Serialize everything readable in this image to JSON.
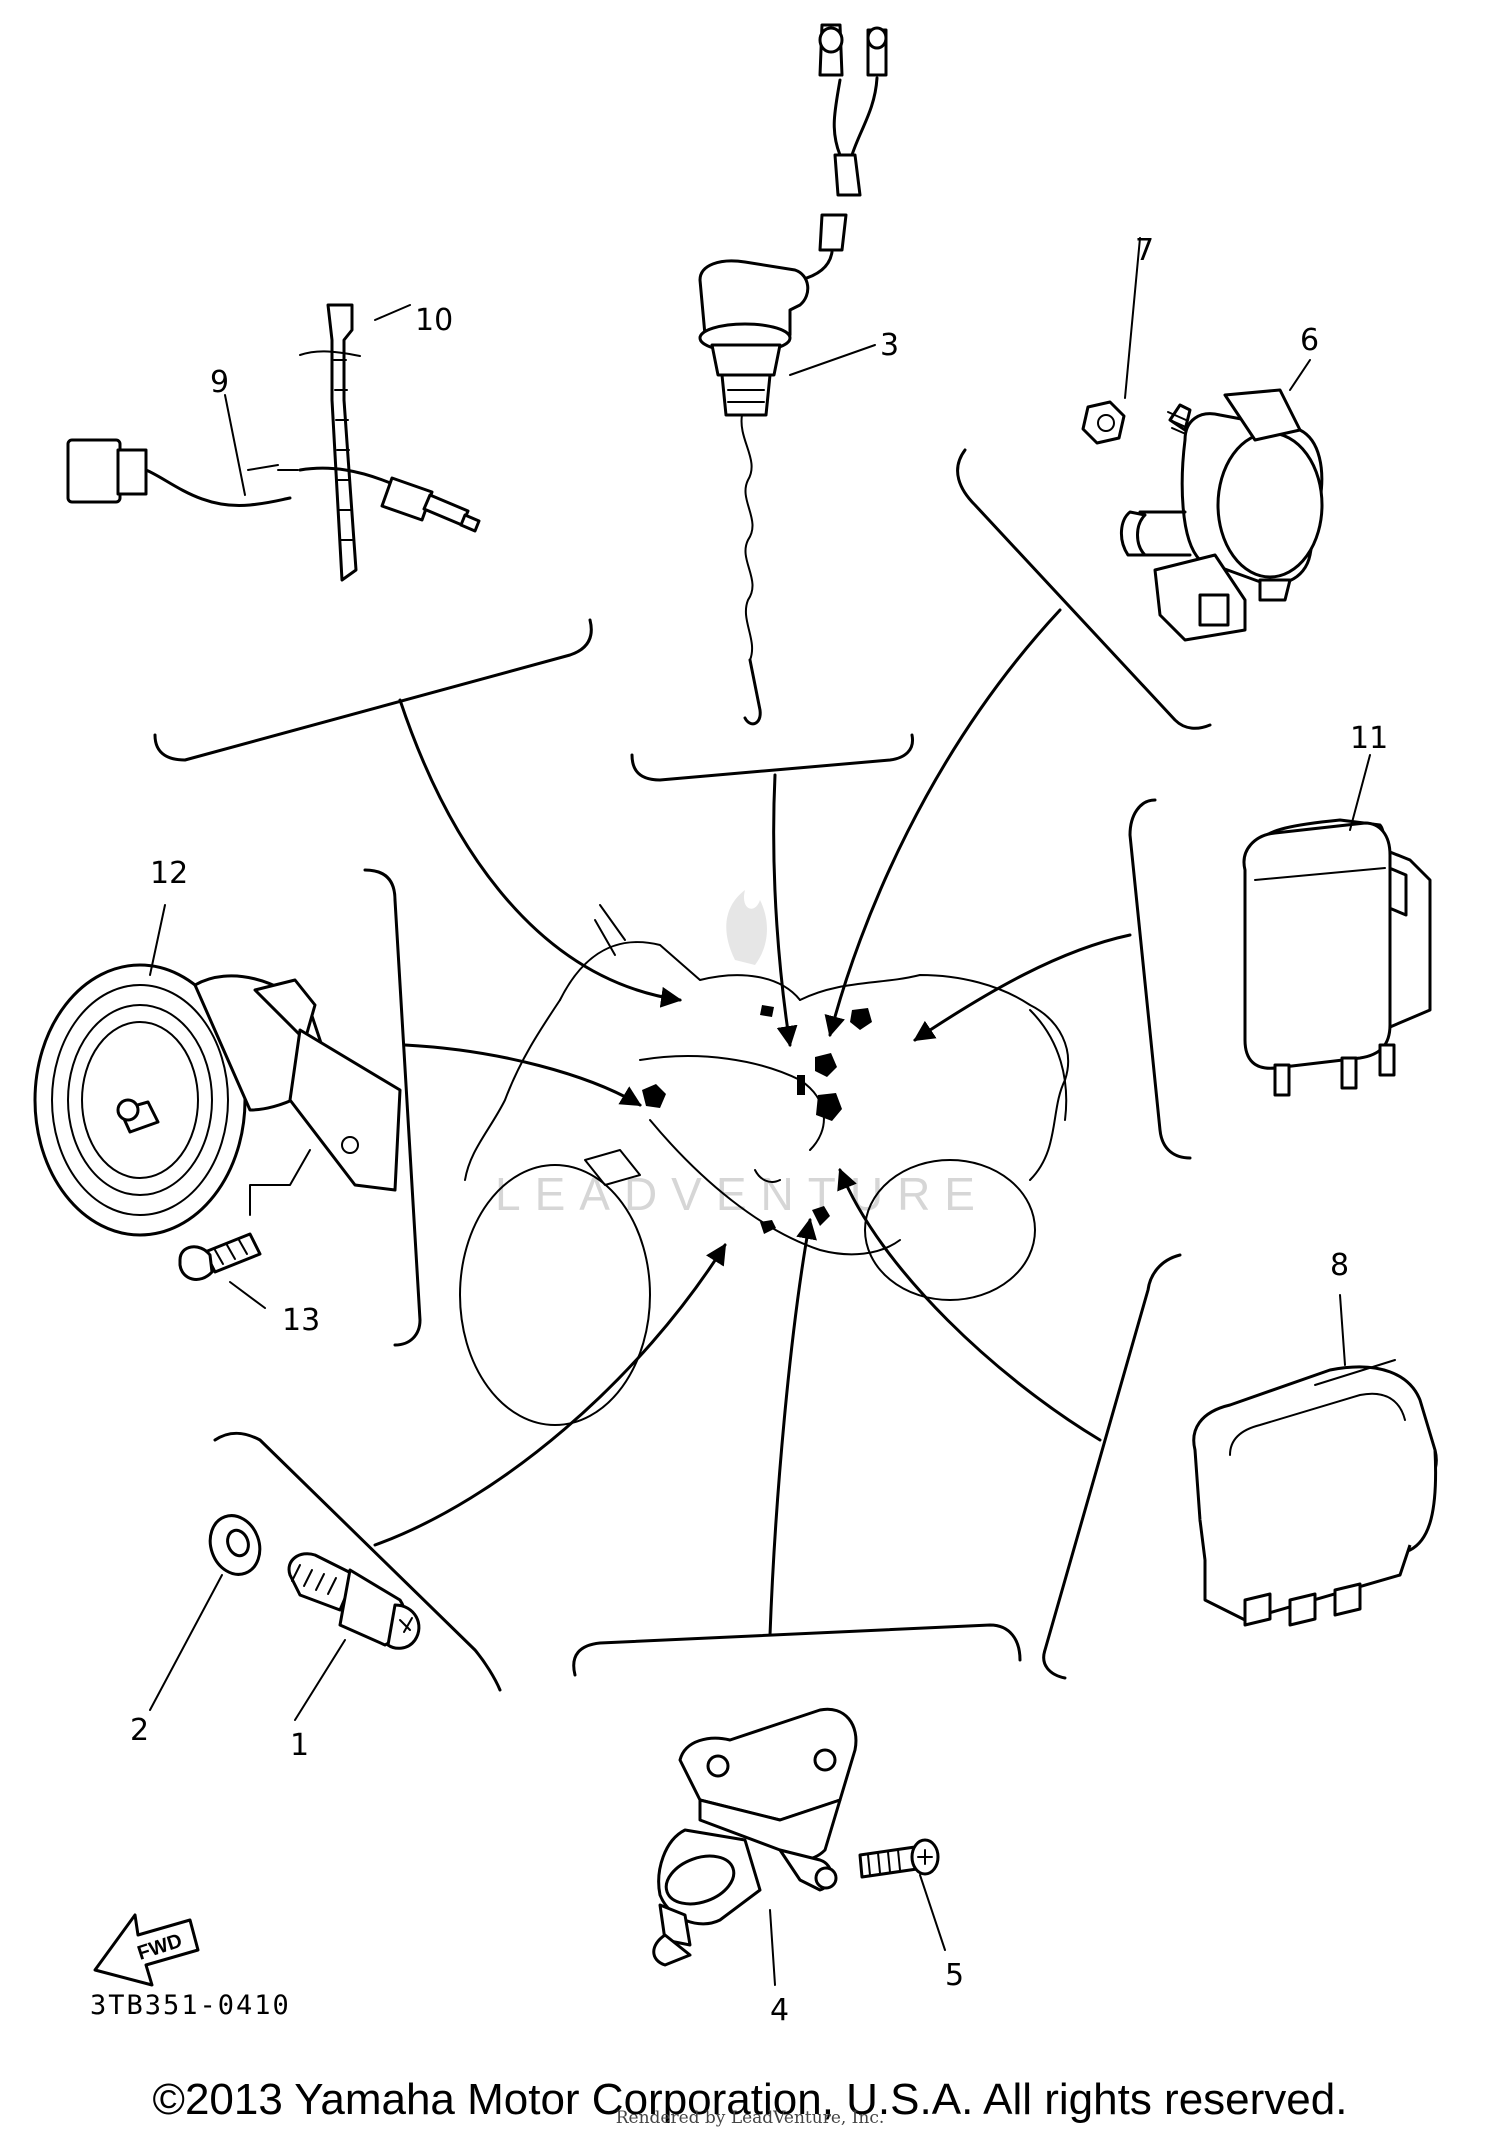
{
  "diagram": {
    "code": "3TB351-0410",
    "copyright": "©2013 Yamaha Motor Corporation, U.S.A. All rights reserved.",
    "rendered_by": "Rendered by LeadVenture, Inc.",
    "watermark": "LEADVENTURE",
    "fwd_label": "FWD",
    "callouts": {
      "p1": "1",
      "p2": "2",
      "p3": "3",
      "p4": "4",
      "p5": "5",
      "p6": "6",
      "p7": "7",
      "p8": "8",
      "p9": "9",
      "p10": "10",
      "p11": "11",
      "p12": "12",
      "p13": "13"
    },
    "parts": [
      {
        "number": "1",
        "icon": "switch-icon"
      },
      {
        "number": "2",
        "icon": "washer-icon"
      },
      {
        "number": "3",
        "icon": "lead-switch-icon"
      },
      {
        "number": "4",
        "icon": "switch-icon"
      },
      {
        "number": "5",
        "icon": "screw-icon"
      },
      {
        "number": "6",
        "icon": "relay-icon"
      },
      {
        "number": "7",
        "icon": "nut-icon"
      },
      {
        "number": "8",
        "icon": "relay-icon"
      },
      {
        "number": "9",
        "icon": "switch-lead-icon"
      },
      {
        "number": "10",
        "icon": "band-icon"
      },
      {
        "number": "11",
        "icon": "relay-icon"
      },
      {
        "number": "12",
        "icon": "horn-icon"
      },
      {
        "number": "13",
        "icon": "bolt-icon"
      }
    ]
  }
}
